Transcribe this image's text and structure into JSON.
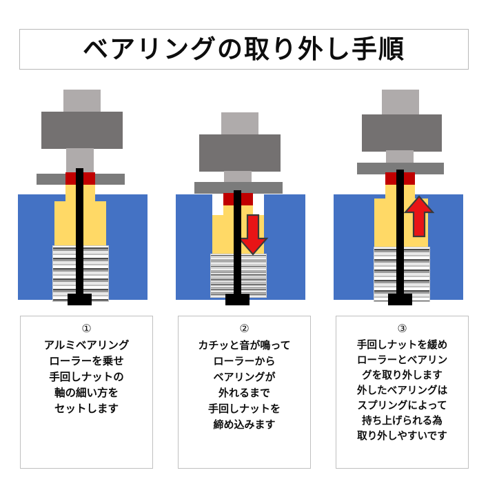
{
  "title": {
    "text": "ベアリングの取り外し手順"
  },
  "colors": {
    "blue_box": "#4472C4",
    "roller_yellow": "#FFD966",
    "nut_dark_gray": "#747171",
    "shaft_light_gray": "#AFABAB",
    "plate_gray": "#7B7B7B",
    "bearing_red": "#C00000",
    "bolt_black": "#000000",
    "arrow_red": "#E81416",
    "border_gray": "#BFBFBF"
  },
  "steps": [
    {
      "number": "①",
      "lines": [
        "アルミベアリング",
        "ローラーを乗せ",
        "手回しナットの",
        "軸の細い方を",
        "セットします"
      ],
      "diagram": {
        "spring_state": "extended",
        "arrow": "none",
        "bearing_position": "above-box"
      }
    },
    {
      "number": "②",
      "lines": [
        "カチッと音が鳴って",
        "ローラーから",
        "ベアリングが",
        "外れるまで",
        "手回しナットを",
        "締め込みます"
      ],
      "diagram": {
        "spring_state": "compressed",
        "arrow": "down",
        "bearing_position": "at-box-top"
      }
    },
    {
      "number": "③",
      "lines": [
        "手回しナットを緩め",
        "ローラーとベアリン",
        "グを取り外します",
        "外したベアリングは",
        "スプリングによって",
        "持ち上げられる為",
        "取り外しやすいです"
      ],
      "diagram": {
        "spring_state": "extended",
        "arrow": "up",
        "bearing_position": "above-box"
      }
    }
  ]
}
